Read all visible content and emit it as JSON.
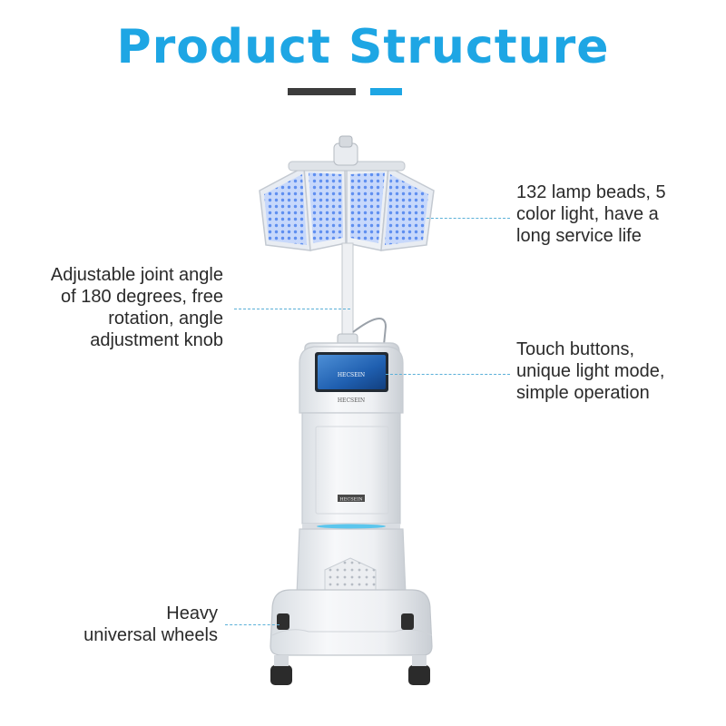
{
  "title": "Product Structure",
  "accent_color": "#1ea6e4",
  "dark_color": "#3c3c3c",
  "callouts": {
    "lamp": {
      "lines": [
        "132 lamp beads, 5",
        "color light, have a",
        "long service life"
      ]
    },
    "joint": {
      "lines": [
        "Adjustable joint angle",
        "of 180 degrees, free",
        "rotation, angle",
        "adjustment knob"
      ]
    },
    "touch": {
      "lines": [
        "Touch buttons,",
        "unique light mode,",
        "simple operation"
      ]
    },
    "wheels": {
      "lines": [
        "Heavy",
        "universal wheels"
      ]
    }
  },
  "brand": "HECSEIN"
}
